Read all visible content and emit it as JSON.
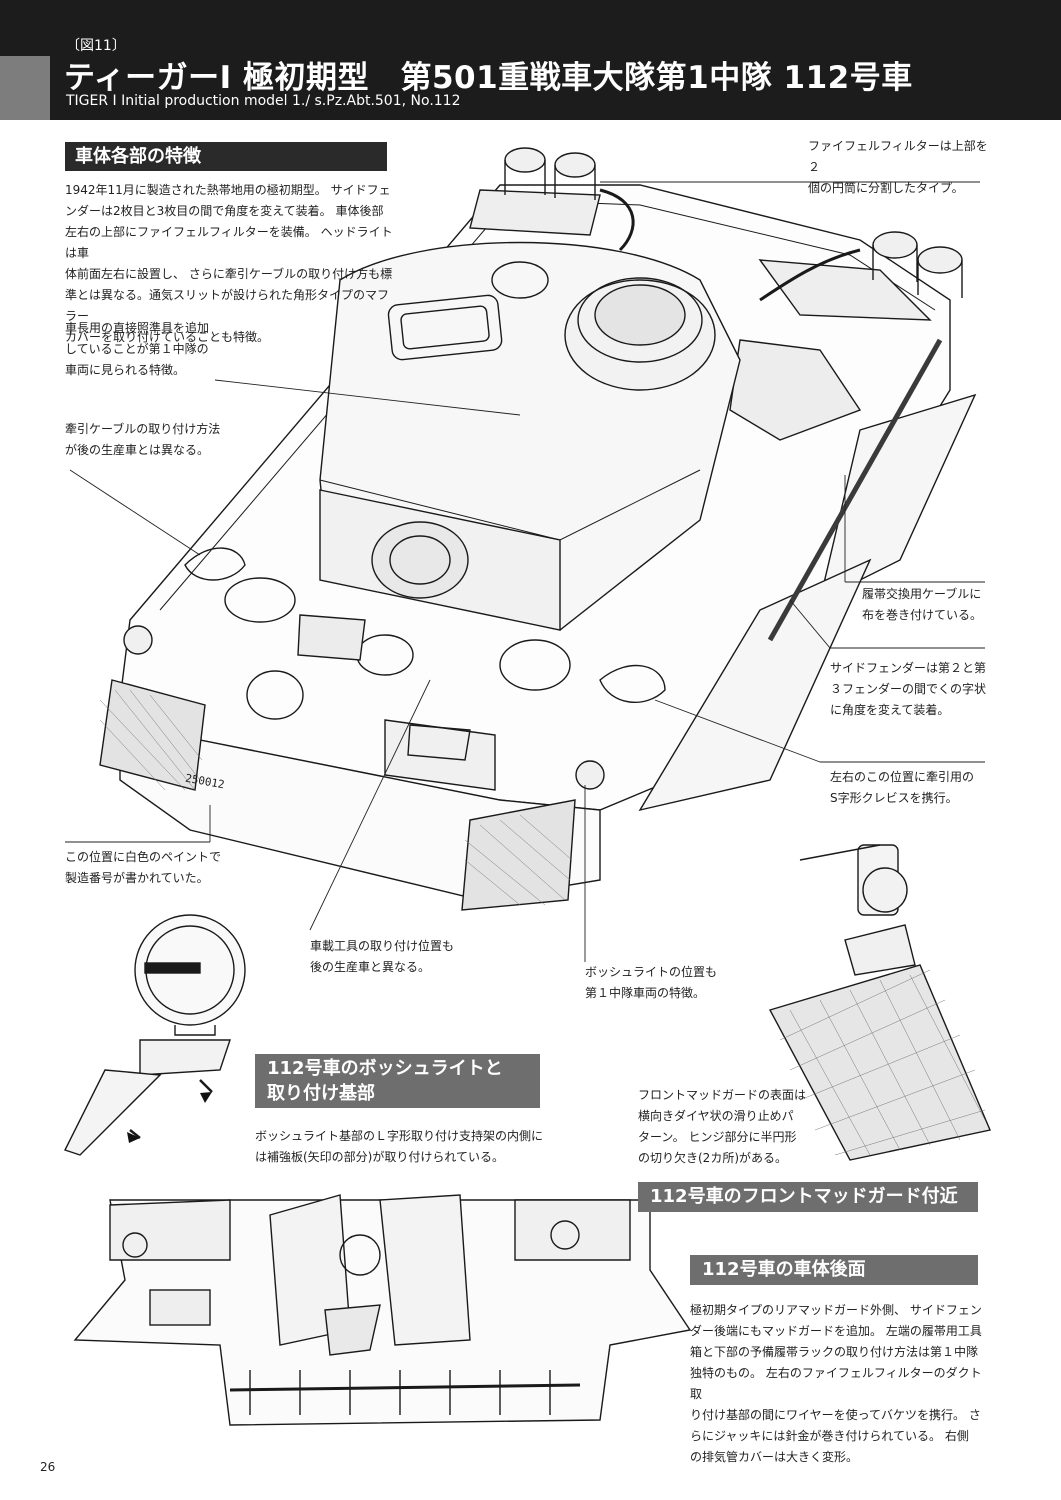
{
  "header": {
    "figure_no": "〔図11〕",
    "title": "ティーガーI 極初期型　第501重戦車大隊第1中隊 112号車",
    "subtitle": "TIGER I Initial production model  1./ s.Pz.Abt.501, No.112"
  },
  "section_features": {
    "heading": "車体各部の特徴",
    "body": "1942年11月に製造された熱帯地用の極初期型。 サイドフェ\nンダーは2枚目と3枚目の間で角度を変えて装着。 車体後部\n左右の上部にファイフェルフィルターを装備。 ヘッドライトは車\n体前面左右に設置し、 さらに牽引ケーブルの取り付け方も標\n準とは異なる。通気スリットが設けられた角形タイプのマフラー\nカバーを取り付けていることも特徴。"
  },
  "callouts": {
    "sight": "車長用の直接照準具を追加\nしていることが第１中隊の\n車両に見られる特徴。",
    "tow_cable": "牽引ケーブルの取り付け方法\nが後の生産車とは異なる。",
    "feifel": "ファイフェルフィルターは上部を２\n個の円筒に分割したタイプ。",
    "track_cable": "履帯交換用ケーブルに\n布を巻き付けている。",
    "fender": "サイドフェンダーは第２と第\n３フェンダーの間でくの字状\nに角度を変えて装着。",
    "clevis": "左右のこの位置に牽引用の\nS字形クレビスを携行。",
    "serial": "この位置に白色のペイントで\n製造番号が書かれていた。",
    "tools": "車載工具の取り付け位置も\n後の生産車と異なる。",
    "bosch": "ボッシュライトの位置も\n第１中隊車両の特徴。",
    "serial_mark": "250012"
  },
  "section_bosch": {
    "heading": "112号車のボッシュライトと\n取り付け基部",
    "body": "ボッシュライト基部のＬ字形取り付け支持架の内側に\nは補強板(矢印の部分)が取り付けられている。"
  },
  "section_mudguard": {
    "note": "フロントマッドガードの表面は\n横向きダイヤ状の滑り止めパ\nターン。 ヒンジ部分に半円形\nの切り欠き(2カ所)がある。",
    "heading": "112号車のフロントマッドガード付近"
  },
  "section_rear": {
    "heading": "112号車の車体後面",
    "body": "極初期タイプのリアマッドガード外側、 サイドフェン\nダー後端にもマッドガードを追加。 左端の履帯用工具\n箱と下部の予備履帯ラックの取り付け方法は第１中隊\n独特のもの。 左右のファイフェルフィルターのダクト取\nり付け基部の間にワイヤーを使ってバケツを携行。 さ\nらにジャッキには針金が巻き付けられている。 右側\nの排気管カバーは大きく変形。"
  },
  "page_number": "26"
}
